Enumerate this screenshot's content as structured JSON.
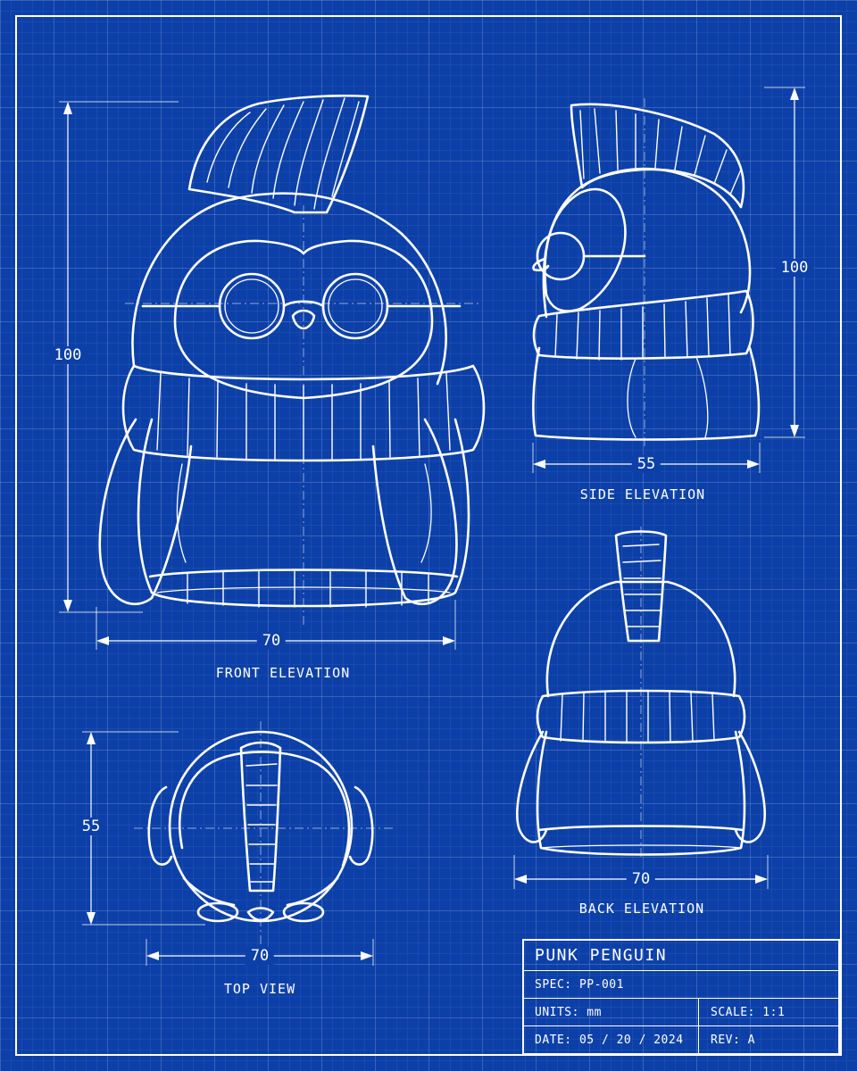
{
  "views": {
    "front": {
      "label": "FRONT ELEVATION",
      "height_dim": "100",
      "width_dim": "70"
    },
    "side": {
      "label": "SIDE ELEVATION",
      "height_dim": "100",
      "width_dim": "55"
    },
    "back": {
      "label": "BACK ELEVATION",
      "width_dim": "70"
    },
    "top": {
      "label": "TOP VIEW",
      "depth_dim": "55",
      "width_dim": "70"
    }
  },
  "title_block": {
    "title": "PUNK PENGUIN",
    "spec": "SPEC: PP-001",
    "units": "UNITS: mm",
    "scale": "SCALE: 1:1",
    "date": "DATE: 05 / 20 / 2024",
    "rev": "REV: A"
  },
  "colors": {
    "paper": "#0c40a8",
    "ink": "#ffffff"
  }
}
